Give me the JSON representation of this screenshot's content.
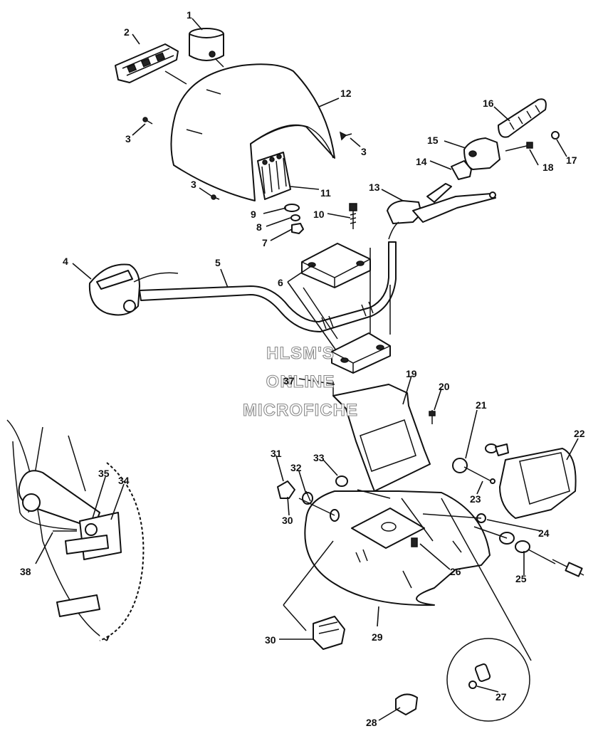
{
  "watermark": {
    "line1": "HLSM'S",
    "line2": "ONLINE",
    "line3": "MICROFICHE"
  },
  "callouts": {
    "c1": "1",
    "c2": "2",
    "c3a": "3",
    "c3b": "3",
    "c3c": "3",
    "c4": "4",
    "c5": "5",
    "c6": "6",
    "c7": "7",
    "c8": "8",
    "c9": "9",
    "c10": "10",
    "c11": "11",
    "c12": "12",
    "c13": "13",
    "c14": "14",
    "c15": "15",
    "c16": "16",
    "c17": "17",
    "c18": "18",
    "c19": "19",
    "c20": "20",
    "c21": "21",
    "c22": "22",
    "c23": "23",
    "c24": "24",
    "c25": "25",
    "c26": "26",
    "c27": "27",
    "c28": "28",
    "c29": "29",
    "c30a": "30",
    "c30b": "30",
    "c31": "31",
    "c32": "32",
    "c33": "33",
    "c34": "34",
    "c35": "35",
    "c37": "37",
    "c38": "38"
  }
}
